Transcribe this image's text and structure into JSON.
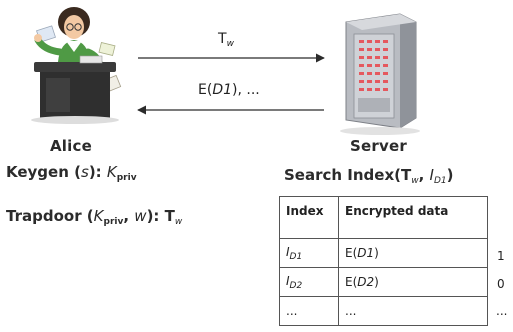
{
  "actors": {
    "alice": "Alice",
    "server": "Server"
  },
  "messages": {
    "top": {
      "base": "T",
      "sub": "w"
    },
    "bottom": {
      "prefix": "E(",
      "var": "D1",
      "suffix": "), ..."
    }
  },
  "operations": {
    "keygen": {
      "name": "Keygen (",
      "arg": "s",
      "mid": "): ",
      "base": "K",
      "sub": "priv"
    },
    "trapdoor": {
      "name": "Trapdoor (",
      "arg1_base": "K",
      "arg1_sub": "priv",
      "sep": ", ",
      "arg2": "w",
      "mid": "): ",
      "out_base": "T",
      "out_sub": "w"
    },
    "search": {
      "name": "Search Index(",
      "arg1_base": "T",
      "arg1_sub": "w",
      "sep": ", ",
      "arg2_base": "I",
      "arg2_sub": "D1",
      "close": ")"
    }
  },
  "index_table": {
    "headers": [
      "Index",
      "Encrypted data"
    ],
    "rows": [
      {
        "index_base": "I",
        "index_sub": "D1",
        "data_prefix": "E(",
        "data_var": "D1",
        "data_suffix": ")",
        "match": "1"
      },
      {
        "index_base": "I",
        "index_sub": "D2",
        "data_prefix": "E(",
        "data_var": "D2",
        "data_suffix": ")",
        "match": "0"
      },
      {
        "index_base": "...",
        "index_sub": "",
        "data_prefix": "...",
        "data_var": "",
        "data_suffix": "",
        "match": "..."
      }
    ]
  },
  "colors": {
    "arrow": "#2b2b2b",
    "server_body": "#b9bcc2",
    "server_panel": "#e5585e",
    "alice_shirt": "#4f9a45",
    "desk": "#3b3b3b"
  }
}
